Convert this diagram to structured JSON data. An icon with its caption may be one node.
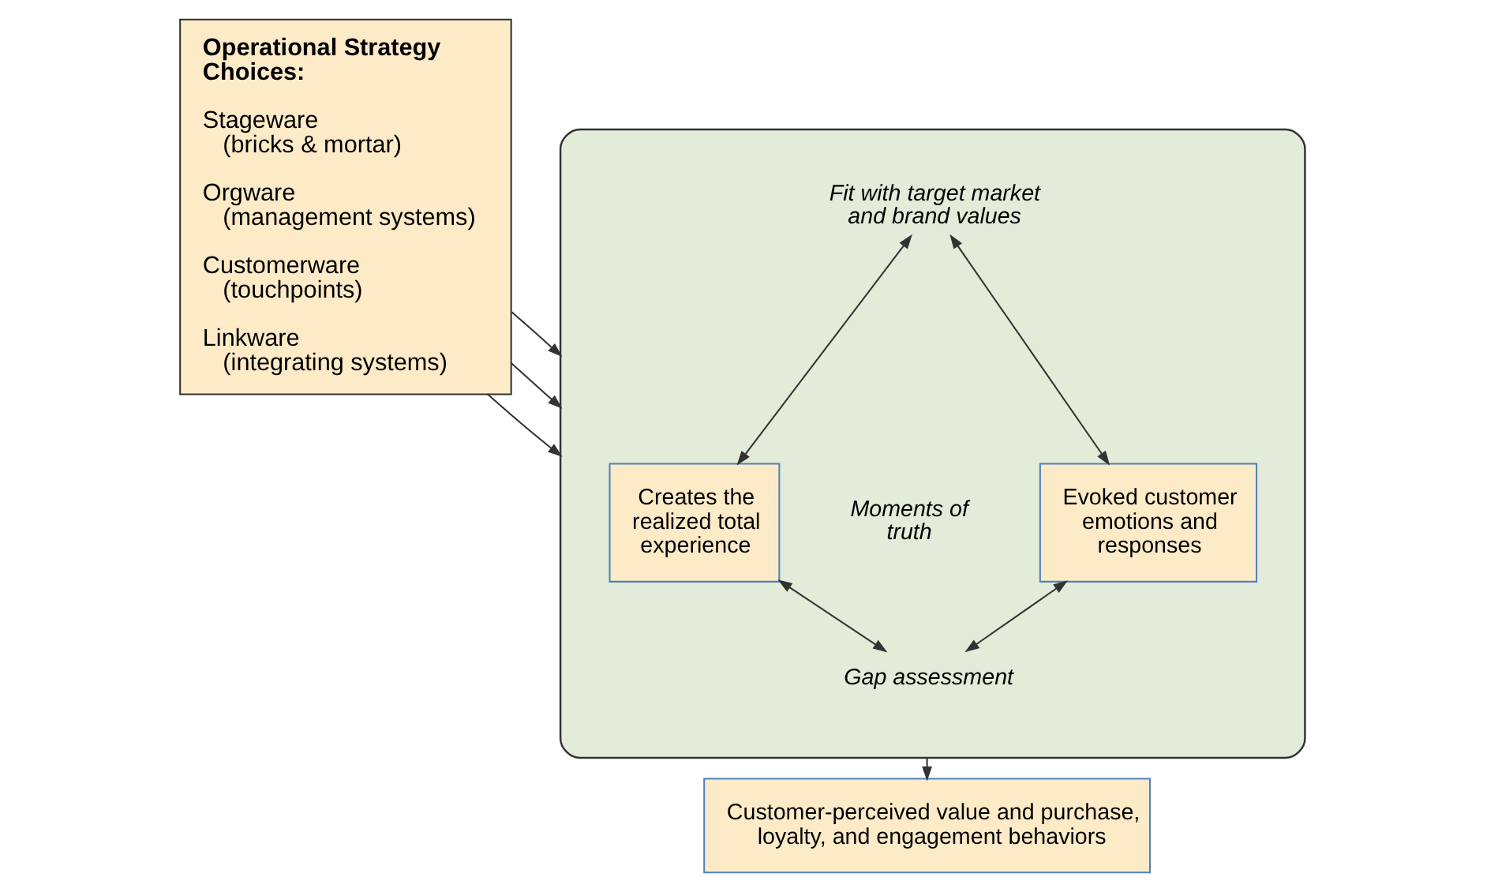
{
  "diagram": {
    "nodes": [
      {
        "text": [
          "Operational Strategy Choices:",
          "Stageware",
          "(bricks & mortar)",
          "Orgware",
          "(management systems)",
          "Customerware",
          "(touchpoints)",
          "Linkware",
          "(integrating systems)"
        ]
      },
      {
        "text": [],
        "shape": "ellipse"
      },
      {
        "text": [
          "Fit with target market and brand values"
        ],
        "in": 1
      },
      {
        "text": [
          "Creates the realized total experience"
        ],
        "in": 1
      },
      {
        "text": [
          "Evoked customer emotions and responses"
        ],
        "in": 1
      },
      {
        "text": [
          "Gap assessment"
        ],
        "in": 1
      },
      {
        "text": [
          "Customer-perceived value and purchase, loyalty, and engagement behaviors"
        ]
      }
    ],
    "edges": [
      {
        "from": 0,
        "to": 1,
        "arrow": "to"
      },
      {
        "from": 0,
        "to": 1,
        "arrow": "to"
      },
      {
        "from": 0,
        "to": 1,
        "arrow": "to"
      },
      {
        "from": 2,
        "to": 3,
        "arrow": "both"
      },
      {
        "from": 2,
        "to": 4,
        "arrow": "both"
      },
      {
        "from": 3,
        "to": 5,
        "arrow": "both"
      },
      {
        "from": 4,
        "to": 5,
        "arrow": "both"
      },
      {
        "from": 1,
        "to": 6,
        "arrow": "to"
      }
    ],
    "labels": [
      "Moments of truth"
    ]
  }
}
